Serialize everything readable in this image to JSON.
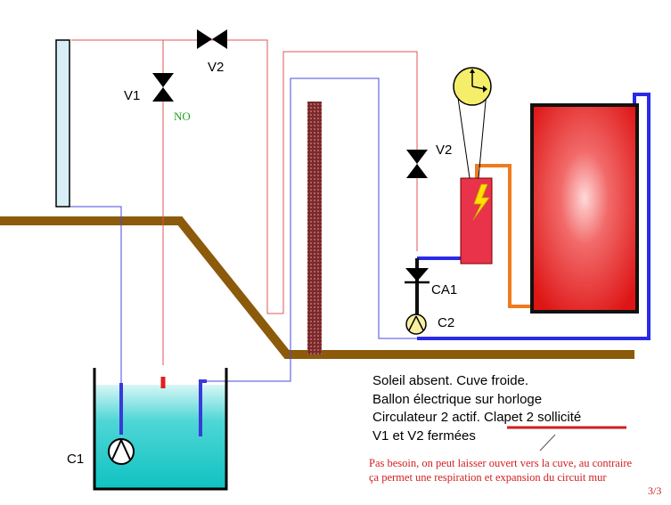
{
  "labels": {
    "v1": "V1",
    "v2_top": "V2",
    "v2_right": "V2",
    "no": "NO",
    "ca1": "CA1",
    "c2": "C2",
    "c1": "C1"
  },
  "caption": {
    "line1": "Soleil absent. Cuve froide.",
    "line2": "Ballon électrique sur horloge",
    "line3a": "Circulateur 2 actif. ",
    "line3b": "Clapet 2 sollicité",
    "line4": "V1 et V2 fermées"
  },
  "note": "Pas besoin, on peut laisser ouvert vers la cuve, au contraire ça permet une respiration et expansion du circuit mur",
  "page_number": "3/3",
  "colors": {
    "ground": "#8b5a0a",
    "pipe_blue": "#3a3ae0",
    "pipe_red": "#e05555",
    "water": "#1fc8c8",
    "tank_red": "#e52020",
    "heater": "#e8334a",
    "orange": "#f07a1e",
    "annotation": "#d21f1f",
    "no_label": "#22a022"
  }
}
